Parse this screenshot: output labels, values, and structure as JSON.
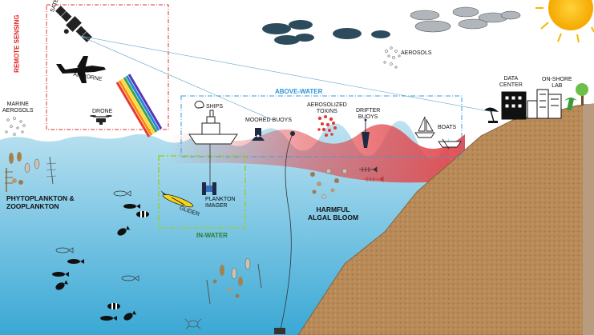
{
  "colors": {
    "sky": "#ffffff",
    "ocean_top": "#c2e4f2",
    "ocean_bottom": "#3aa8d4",
    "bloom_red": "#e2474b",
    "land": "#b88a57",
    "land_edge": "#8a6238",
    "remote_box": "#e03030",
    "above_water_box": "#3a9bd8",
    "in_water_box": "#9acd32",
    "sun": "#f5b800",
    "cloud_dark": "#2c4b5c",
    "cloud_light": "#a9b0b6",
    "toxin_red": "#e23a3a"
  },
  "labels": {
    "remote_sensing": "REMOTE SENSING",
    "satellite": "SATELLITE",
    "airborne": "AIRBORNE",
    "drone": "DRONE",
    "marine_aerosols": "MARINE\nAEROSOLS",
    "aerosols": "AEROSOLS",
    "above_water": "ABOVE-WATER",
    "ships": "SHIPS",
    "moored_buoys": "MOORED BUOYS",
    "aerosolized_toxins": "AEROSOLIZED\nTOXINS",
    "drifter_buoys": "DRIFTER\nBUOYS",
    "boats": "BOATS",
    "data_center": "DATA\nCENTER",
    "on_shore_lab": "ON-SHORE\nLAB",
    "phyto_zoo": "PHYTOPLANKTON &\nZOOPLANKTON",
    "glider": "GLIDER",
    "plankton_imager": "PLANKTON\nIMAGER",
    "in_water": "IN-WATER",
    "harmful_algal_bloom": "HARMFUL\nALGAL BLOOM"
  },
  "icons": [
    "satellite-icon",
    "airplane-icon",
    "drone-icon",
    "ship-icon",
    "moored-buoy-icon",
    "drifter-buoy-icon",
    "sailboat-icon",
    "rowboat-icon",
    "satellite-dish-icon",
    "building-icon",
    "tree-icon",
    "sun-icon",
    "cloud-icon",
    "fish-icon",
    "glider-icon",
    "plankton-imager-icon",
    "crab-icon",
    "rainbow-beam-icon"
  ]
}
